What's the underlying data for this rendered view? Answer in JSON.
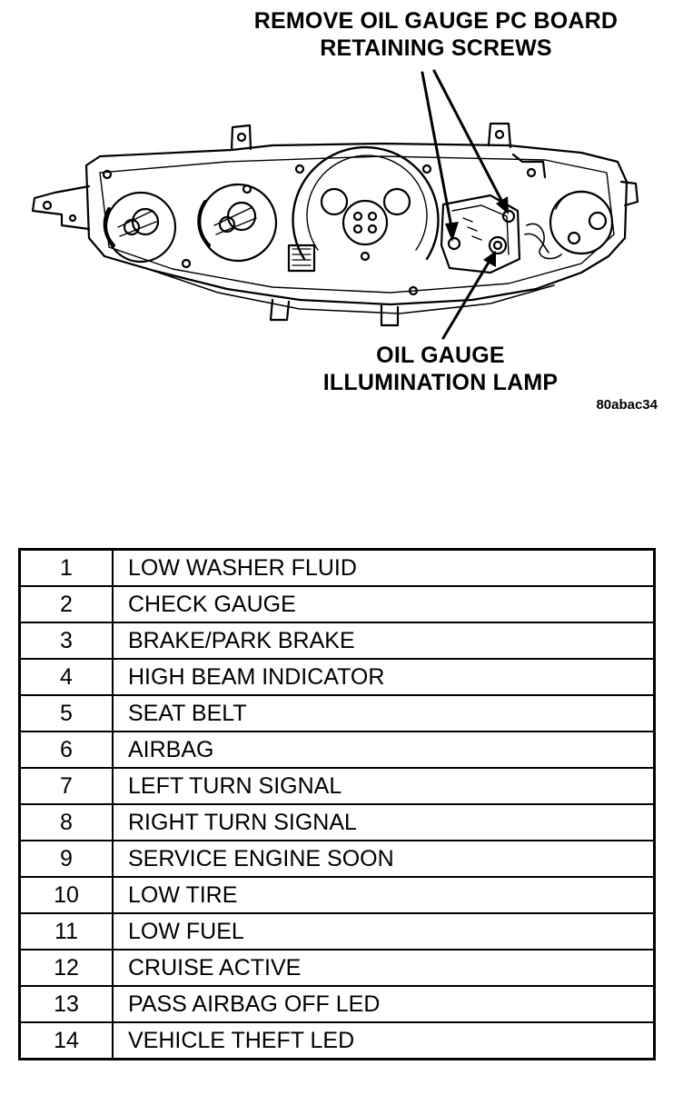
{
  "callouts": {
    "screws_line1": "REMOVE OIL GAUGE PC BOARD",
    "screws_line2": "RETAINING SCREWS",
    "lamp_line1": "OIL GAUGE",
    "lamp_line2": "ILLUMINATION LAMP"
  },
  "ref_code": "80abac34",
  "legend": [
    {
      "num": "1",
      "label": "LOW WASHER FLUID"
    },
    {
      "num": "2",
      "label": "CHECK GAUGE"
    },
    {
      "num": "3",
      "label": "BRAKE/PARK BRAKE"
    },
    {
      "num": "4",
      "label": "HIGH BEAM INDICATOR"
    },
    {
      "num": "5",
      "label": "SEAT BELT"
    },
    {
      "num": "6",
      "label": "AIRBAG"
    },
    {
      "num": "7",
      "label": "LEFT TURN SIGNAL"
    },
    {
      "num": "8",
      "label": "RIGHT TURN SIGNAL"
    },
    {
      "num": "9",
      "label": "SERVICE ENGINE SOON"
    },
    {
      "num": "10",
      "label": "LOW TIRE"
    },
    {
      "num": "11",
      "label": "LOW FUEL"
    },
    {
      "num": "12",
      "label": "CRUISE ACTIVE"
    },
    {
      "num": "13",
      "label": "PASS AIRBAG OFF LED"
    },
    {
      "num": "14",
      "label": "VEHICLE THEFT LED"
    }
  ]
}
